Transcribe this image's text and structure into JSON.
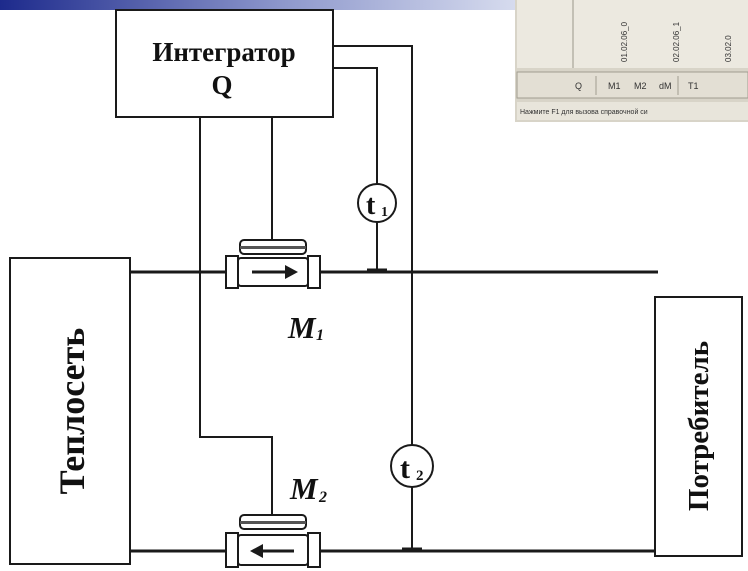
{
  "integrator": {
    "line1": "Интегратор",
    "line2": "Q"
  },
  "supplier": {
    "label": "Теплосеть"
  },
  "consumer": {
    "label": "Потребитель"
  },
  "thermometer_1": {
    "symbol": "t",
    "index": "1"
  },
  "thermometer_2": {
    "symbol": "t",
    "index": "2"
  },
  "flowmeter_1": {
    "symbol": "M",
    "index": "1"
  },
  "flowmeter_2": {
    "symbol": "M",
    "index": "2"
  },
  "inset": {
    "status_text": "Нажмите F1 для вызова справочной си",
    "toolbar_items": [
      "Q",
      "M1",
      "M2",
      "dM",
      "T1"
    ],
    "dates": [
      "01.02.06_0",
      "02.02.06_1",
      "03.02.0"
    ]
  },
  "colors": {
    "line": "#1a1a1a",
    "banner_start": "#1d2a8c",
    "banner_end": "#c4cbe6",
    "inset_bg": "#d8d4c8"
  }
}
